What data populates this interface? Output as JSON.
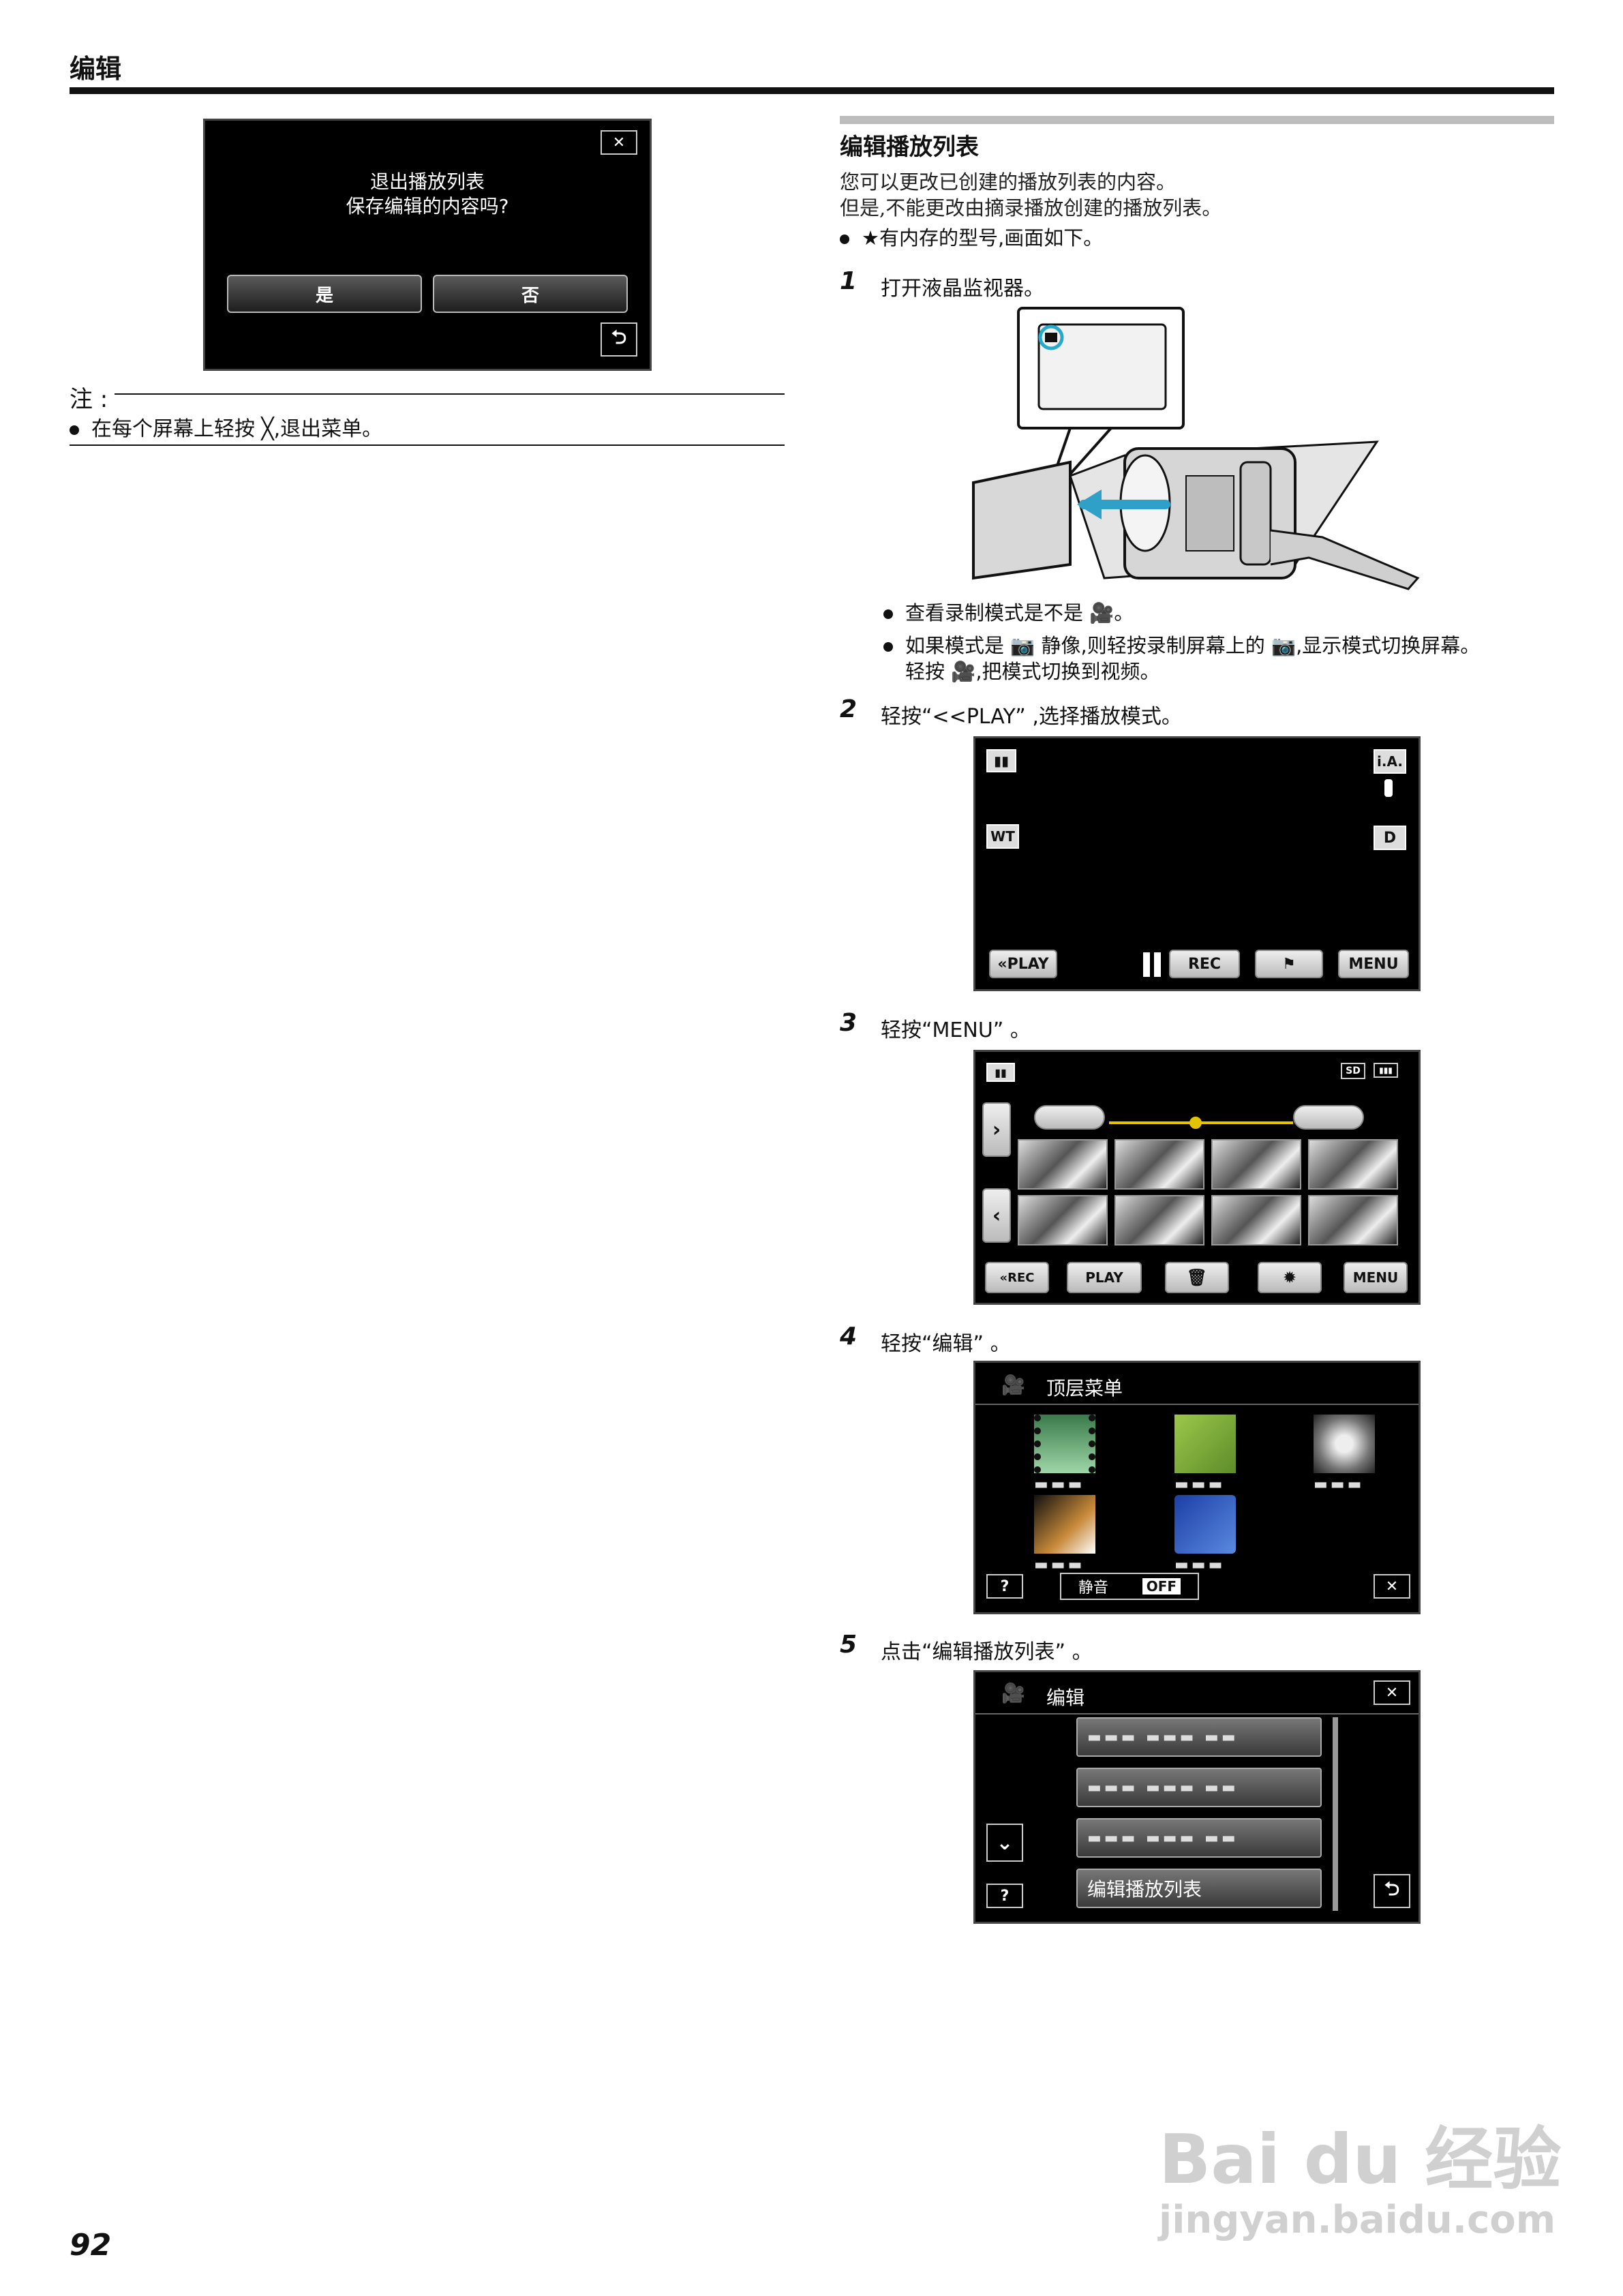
{
  "header": {
    "title": "编辑"
  },
  "dialog": {
    "message_line1": "退出播放列表",
    "message_line2": "保存编辑的内容吗?",
    "yes": "是",
    "no": "否"
  },
  "note": {
    "label": "注 :",
    "items": [
      "在每个屏幕上轻按 ╳,退出菜单。"
    ]
  },
  "section": {
    "title": "编辑播放列表",
    "intro": [
      "您可以更改已创建的播放列表的内容。",
      "但是,不能更改由摘录播放创建的播放列表。"
    ],
    "bullet": "★有内存的型号,画面如下。"
  },
  "steps": [
    {
      "num": "1",
      "text": "打开液晶监视器。",
      "bullets": [
        "查看录制模式是不是 🎥。",
        "如果模式是 📷 静像,则轻按录制屏幕上的 📷,显示模式切换屏幕。",
        "轻按 🎥,把模式切换到视频。"
      ]
    },
    {
      "num": "2",
      "text": "轻按“<<PLAY” ,选择播放模式。"
    },
    {
      "num": "3",
      "text": "轻按“MENU” 。"
    },
    {
      "num": "4",
      "text": "轻按“编辑” 。"
    },
    {
      "num": "5",
      "text": "点击“编辑播放列表” 。"
    }
  ],
  "screen2": {
    "ia": "i.A.",
    "wt": "WT",
    "d": "D",
    "play": "«PLAY",
    "rec": "REC",
    "menu": "MENU"
  },
  "screen3": {
    "sd": "SD",
    "rec": "«REC",
    "play": "PLAY",
    "menu": "MENU"
  },
  "screen4": {
    "title": "顶层菜单",
    "help": "?",
    "mute": "静音",
    "off": "OFF"
  },
  "screen5": {
    "title": "编辑",
    "help": "?",
    "edit_playlist": "编辑播放列表"
  },
  "page_number": "92",
  "watermark": {
    "brand": "Bai du 经验",
    "url": "jingyan.baidu.com"
  },
  "colors": {
    "screen_bg": "#000000",
    "rule": "#111111",
    "section_bar": "#bdbdbd",
    "highlight": "#27a9c9"
  }
}
